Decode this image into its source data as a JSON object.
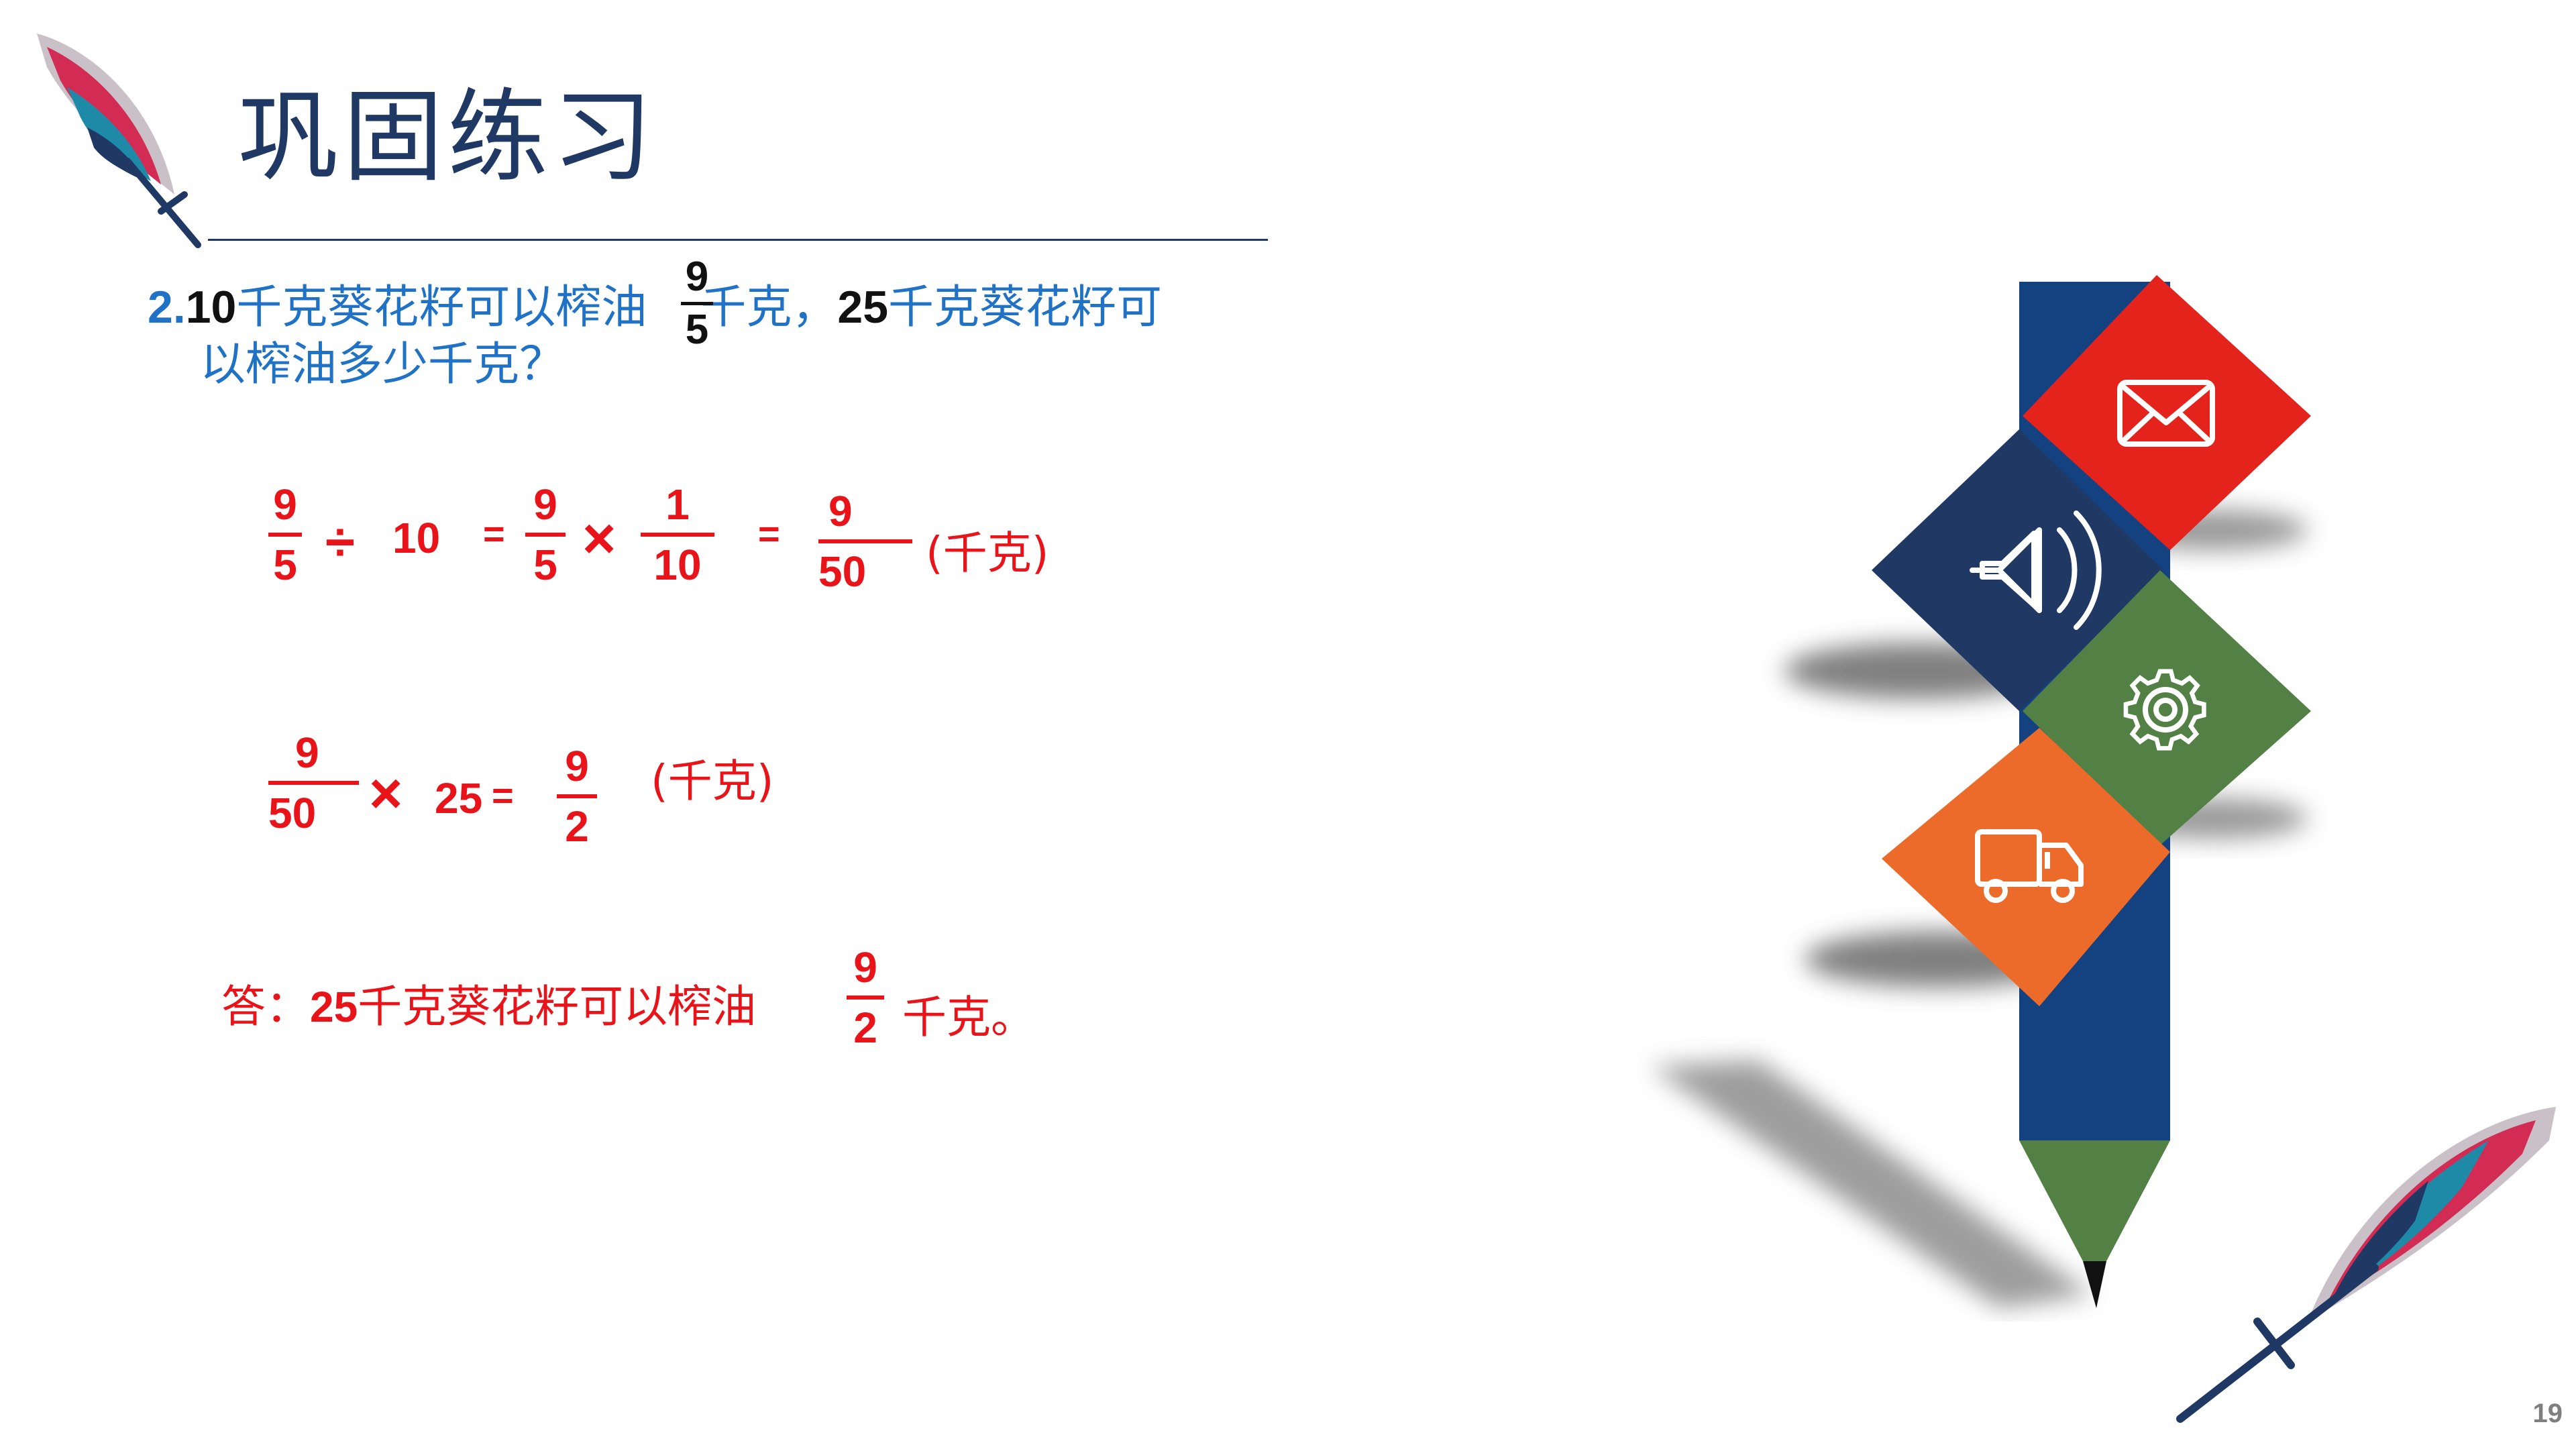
{
  "slide": {
    "title": "巩固练习",
    "page_number": "19"
  },
  "question": {
    "number": "2.",
    "line1_a_num": "10",
    "line1_a_text": "千克葵花籽可以榨油",
    "frac_num": "9",
    "frac_den": "5",
    "line1_b_text": "千克，",
    "line1_c_num": "25",
    "line1_c_text": "千克葵花籽可",
    "line2": "以榨油多少千克？"
  },
  "step1": {
    "f1_num": "9",
    "f1_den": "5",
    "div_sign": "÷",
    "div_by": "10",
    "eq1": "=",
    "f2_num": "9",
    "f2_den": "5",
    "times": "×",
    "f3_num": "1",
    "f3_den": "10",
    "eq2": "=",
    "f4_num": "9",
    "f4_den": "50",
    "unit": "(千克)"
  },
  "step2": {
    "f1_num": "9",
    "f1_den": "50",
    "times": "×",
    "mult": "25",
    "eq": "=",
    "f2_num": "9",
    "f2_den": "2",
    "unit": "(千克)"
  },
  "answer": {
    "label": "答：",
    "num": "25",
    "text": "千克葵花籽可以榨油",
    "frac_num": "9",
    "frac_den": "2",
    "tail": "千克。"
  },
  "colors": {
    "title": "#1f3864",
    "question": "#1f72c5",
    "solution": "#e8141a",
    "tile_red": "#e3231c",
    "tile_navy": "#1f3864",
    "tile_green": "#538044",
    "tile_orange": "#ec6a2a",
    "pencil_body": "#144281"
  },
  "icons": [
    "feather-icon",
    "envelope-icon",
    "speaker-icon",
    "gear-icon",
    "truck-icon"
  ]
}
